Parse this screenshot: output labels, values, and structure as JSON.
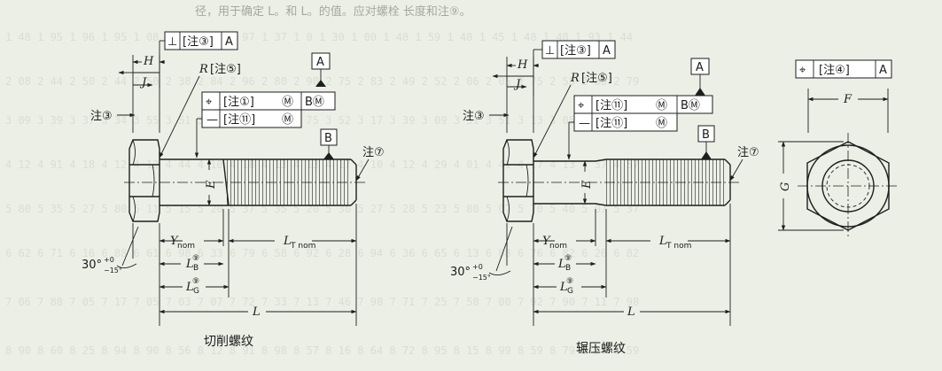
{
  "left_view": {
    "caption": "切削螺纹",
    "fcf_top": {
      "symbol": "⊥",
      "note": "[注③]",
      "datum": "A"
    },
    "radius_label": "R",
    "radius_note": "[注⑤]",
    "note3": "注③",
    "note7": "注⑦",
    "datum_a": "A",
    "datum_b": "B",
    "fcf_pos": {
      "symbol": "⌖",
      "note": "[注①]",
      "mod": "Ⓜ",
      "datum": "BⓂ"
    },
    "fcf_str": {
      "symbol": "—",
      "note": "[注⑪]",
      "mod": "Ⓜ"
    },
    "dim_h": "H",
    "dim_j": "J",
    "dim_e": "E",
    "dim_y": "Y",
    "dim_y_sub": "nom",
    "dim_lt": "L",
    "dim_lt_sub": "T nom",
    "dim_lb": "L",
    "dim_lb_sub": "B",
    "dim_lb_sup": "⑨",
    "dim_lg": "L",
    "dim_lg_sub": "G",
    "dim_lg_sup": "⑨",
    "dim_l": "L",
    "angle": "30°",
    "angle_tol_up": "+0",
    "angle_tol_lo": "−15°"
  },
  "middle_view": {
    "caption": "辗压螺纹",
    "fcf_top": {
      "symbol": "⊥",
      "note": "[注③]",
      "datum": "A"
    },
    "radius_label": "R",
    "radius_note": "[注⑤]",
    "note3": "注③",
    "note7": "注⑦",
    "datum_a": "A",
    "datum_b": "B",
    "fcf_pos": {
      "symbol": "⌖",
      "note": "[注⑪]",
      "mod": "Ⓜ",
      "datum": "BⓂ"
    },
    "fcf_str": {
      "symbol": "—",
      "note": "[注⑪]",
      "mod": "Ⓜ"
    },
    "dim_h": "H",
    "dim_j": "J",
    "dim_e": "E",
    "dim_y": "Y",
    "dim_y_sub": "nom",
    "dim_lt": "L",
    "dim_lt_sub": "T nom",
    "dim_lb": "L",
    "dim_lb_sub": "B",
    "dim_lb_sup": "⑨",
    "dim_lg": "L",
    "dim_lg_sub": "G",
    "dim_lg_sup": "⑨",
    "dim_l": "L",
    "angle": "30°",
    "angle_tol_up": "+0",
    "angle_tol_lo": "−15°"
  },
  "right_view": {
    "fcf": {
      "symbol": "⌖",
      "note": "[注④]",
      "datum": "A"
    },
    "dim_f": "F",
    "dim_g": "G"
  },
  "top_text": "径，用于确定 L。和 L。的值。应对螺栓 长度和注⑨。"
}
